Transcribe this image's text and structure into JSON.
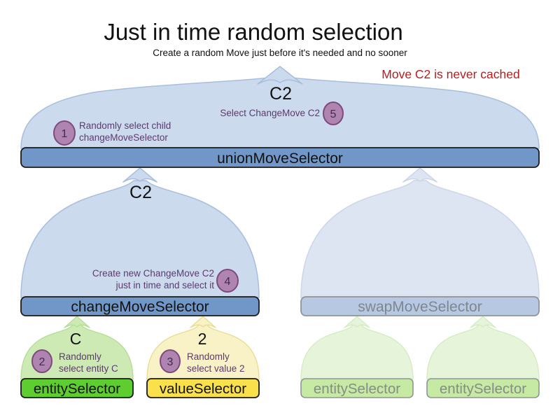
{
  "title": "Just in time random selection",
  "subtitle": "Create a random Move just before it's needed and no sooner",
  "note": "Move C2 is never cached",
  "colors": {
    "note_red": "#b71c1c",
    "dome_blue": "#ccdaee",
    "dome_blue_stroke": "#a8bedd",
    "bar_blue": "#7197c9",
    "bar_stroke": "#1a1a1a",
    "faded_dome_blue": "#dde5f3",
    "faded_dome_blue_stroke": "#ccd6e8",
    "faded_bar_blue": "#b7c9e2",
    "faded_stroke": "#8f9499",
    "faded_text": "#7f868f",
    "green_dome": "#cdeab5",
    "green_dome_stroke": "#b6dd97",
    "green_bar": "#5ecd30",
    "yellow_dome": "#f9f2c6",
    "yellow_dome_stroke": "#e8dd93",
    "yellow_bar": "#fae14b",
    "faded_green_dome": "#e6f5d9",
    "faded_green_dome_stroke": "#d5ebc4",
    "faded_green_bar": "#c6e9a4",
    "faded_green_text": "#858d85",
    "circle_fill": "#b084b0",
    "circle_stroke": "#7c4a7c",
    "circle_num": "#422c4a",
    "purple_text": "#5c3a6e",
    "black_text": "#111111"
  },
  "selectors": {
    "union": "unionMoveSelector",
    "change": "changeMoveSelector",
    "swap": "swapMoveSelector",
    "entity": "entitySelector",
    "value": "valueSelector",
    "entity_faded_1": "entitySelector",
    "entity_faded_2": "entitySelector"
  },
  "labels": {
    "c2_top": "C2",
    "c2_mid": "C2",
    "entity_c": "C",
    "value_2": "2"
  },
  "steps": [
    {
      "num": "1",
      "line1": "Randomly select child",
      "line2": "changeMoveSelector"
    },
    {
      "num": "2",
      "line1": "Randomly",
      "line2": "select entity C"
    },
    {
      "num": "3",
      "line1": "Randomly",
      "line2": "select value 2"
    },
    {
      "num": "4",
      "line1": "Create new ChangeMove C2",
      "line2": "just in time and select it"
    },
    {
      "num": "5",
      "line1": "Select ChangeMove C2",
      "line2": ""
    }
  ]
}
